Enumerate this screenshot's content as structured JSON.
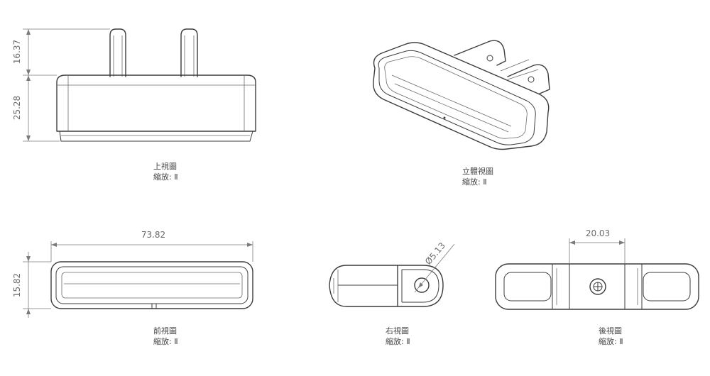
{
  "views": {
    "top": {
      "name": "上視圖",
      "scale": "縮放: Ⅱ"
    },
    "iso": {
      "name": "立體視圖",
      "scale": "縮放: Ⅱ"
    },
    "front": {
      "name": "前視圖",
      "scale": "縮放: Ⅱ"
    },
    "right": {
      "name": "右視圖",
      "scale": "縮放: Ⅱ"
    },
    "rear": {
      "name": "後視圖",
      "scale": "縮放: Ⅱ"
    }
  },
  "dimensions": {
    "top_pin_height": "16.37",
    "top_body_height": "25.28",
    "front_width": "73.82",
    "front_height": "15.82",
    "right_hole_dia": "Ø5.13",
    "rear_spacing": "20.03"
  },
  "colors": {
    "line": "#3c3c3c",
    "dimension": "#7a7a7a",
    "text": "#444444"
  }
}
